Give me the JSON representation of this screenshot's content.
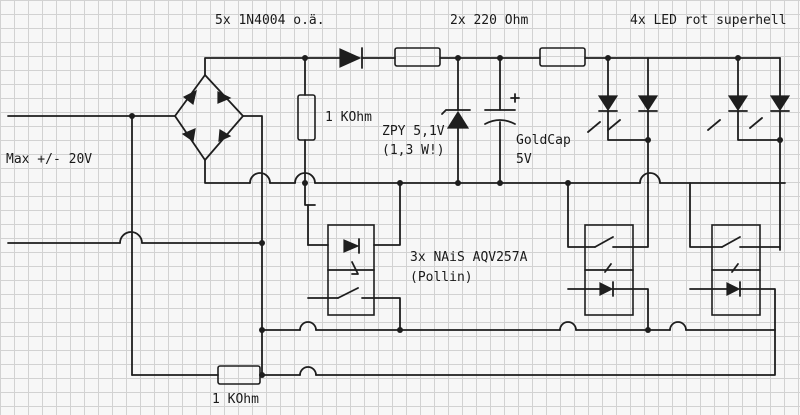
{
  "labels": {
    "diodes": "5x 1N4004 o.ä.",
    "resistors_top": "2x 220 Ohm",
    "leds": "4x LED rot superhell",
    "input": "Max +/- 20V",
    "resistor_mid": "1 KOhm",
    "zener": "ZPY 5,1V",
    "zener_power": "(1,3 W!)",
    "goldcap_name": "GoldCap",
    "goldcap_voltage": "5V",
    "relays": "3x NAiS AQV257A",
    "relays_source": "(Pollin)",
    "resistor_bottom": "1 KOhm"
  }
}
